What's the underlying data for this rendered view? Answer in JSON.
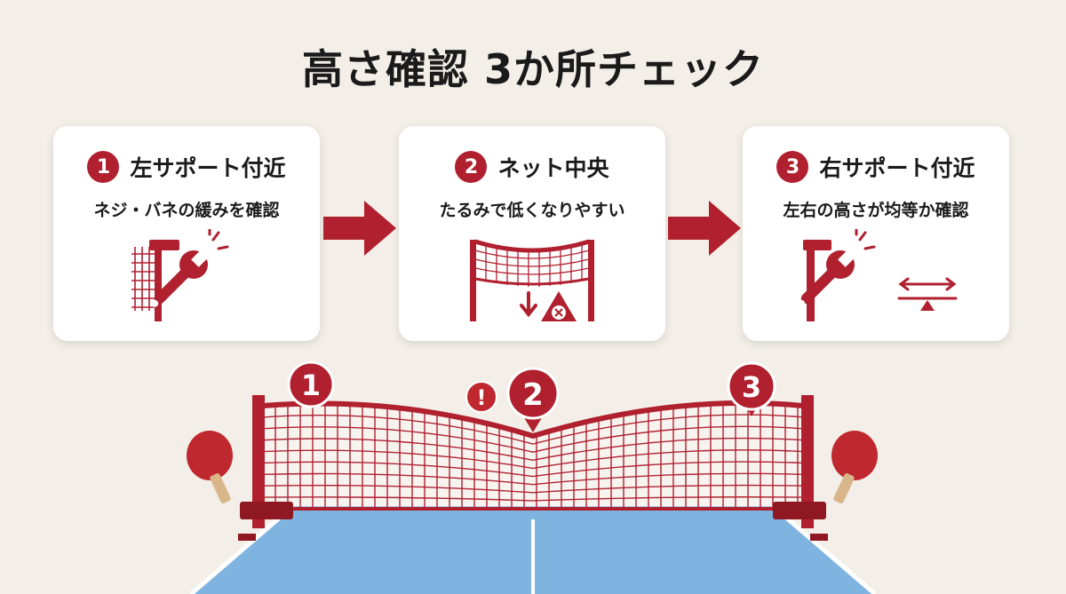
{
  "title": "高さ確認 3か所チェック",
  "steps": [
    {
      "number": "1",
      "title": "左サポート付近",
      "subtitle": "ネジ・バネの緩みを確認"
    },
    {
      "number": "2",
      "title": "ネット中央",
      "subtitle": "たるみで低くなりやすい"
    },
    {
      "number": "3",
      "title": "右サポート付近",
      "subtitle": "左右の高さが均等か確認"
    }
  ],
  "markers": [
    {
      "label": "1"
    },
    {
      "label": "2"
    },
    {
      "label": "3"
    },
    {
      "label": "!"
    }
  ],
  "colors": {
    "accent": "#b0202e",
    "background": "#f3efe8",
    "table": "#7fb3e0",
    "card": "#ffffff"
  },
  "icons": [
    "wrench-icon",
    "net-sag-icon",
    "warning-x-icon",
    "balance-icon",
    "paddle-icon"
  ]
}
